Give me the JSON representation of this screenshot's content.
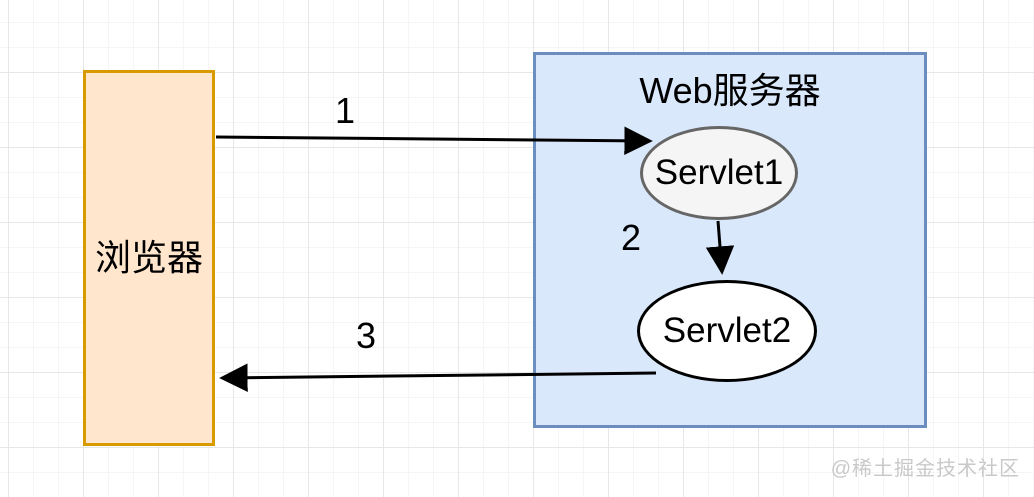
{
  "diagram": {
    "nodes": {
      "browser": {
        "label": "浏览器",
        "fill": "#FFE6CC",
        "border": "#D79B00"
      },
      "web_server": {
        "label": "Web服务器",
        "fill": "#DAE8FC",
        "border": "#6C8EBF"
      },
      "servlet1": {
        "label": "Servlet1",
        "fill": "#F5F5F5",
        "border": "#666666"
      },
      "servlet2": {
        "label": "Servlet2",
        "fill": "#FFFFFF",
        "border": "#000000"
      }
    },
    "arrows": {
      "color": "#000000",
      "step1": {
        "label": "1",
        "from": "浏览器",
        "to": "Servlet1"
      },
      "step2": {
        "label": "2",
        "from": "Servlet1",
        "to": "Servlet2"
      },
      "step3": {
        "label": "3",
        "from": "Servlet2",
        "to": "浏览器"
      }
    },
    "watermark": {
      "text": "@稀土掘金技术社区",
      "color": "#C9C9C9"
    }
  }
}
